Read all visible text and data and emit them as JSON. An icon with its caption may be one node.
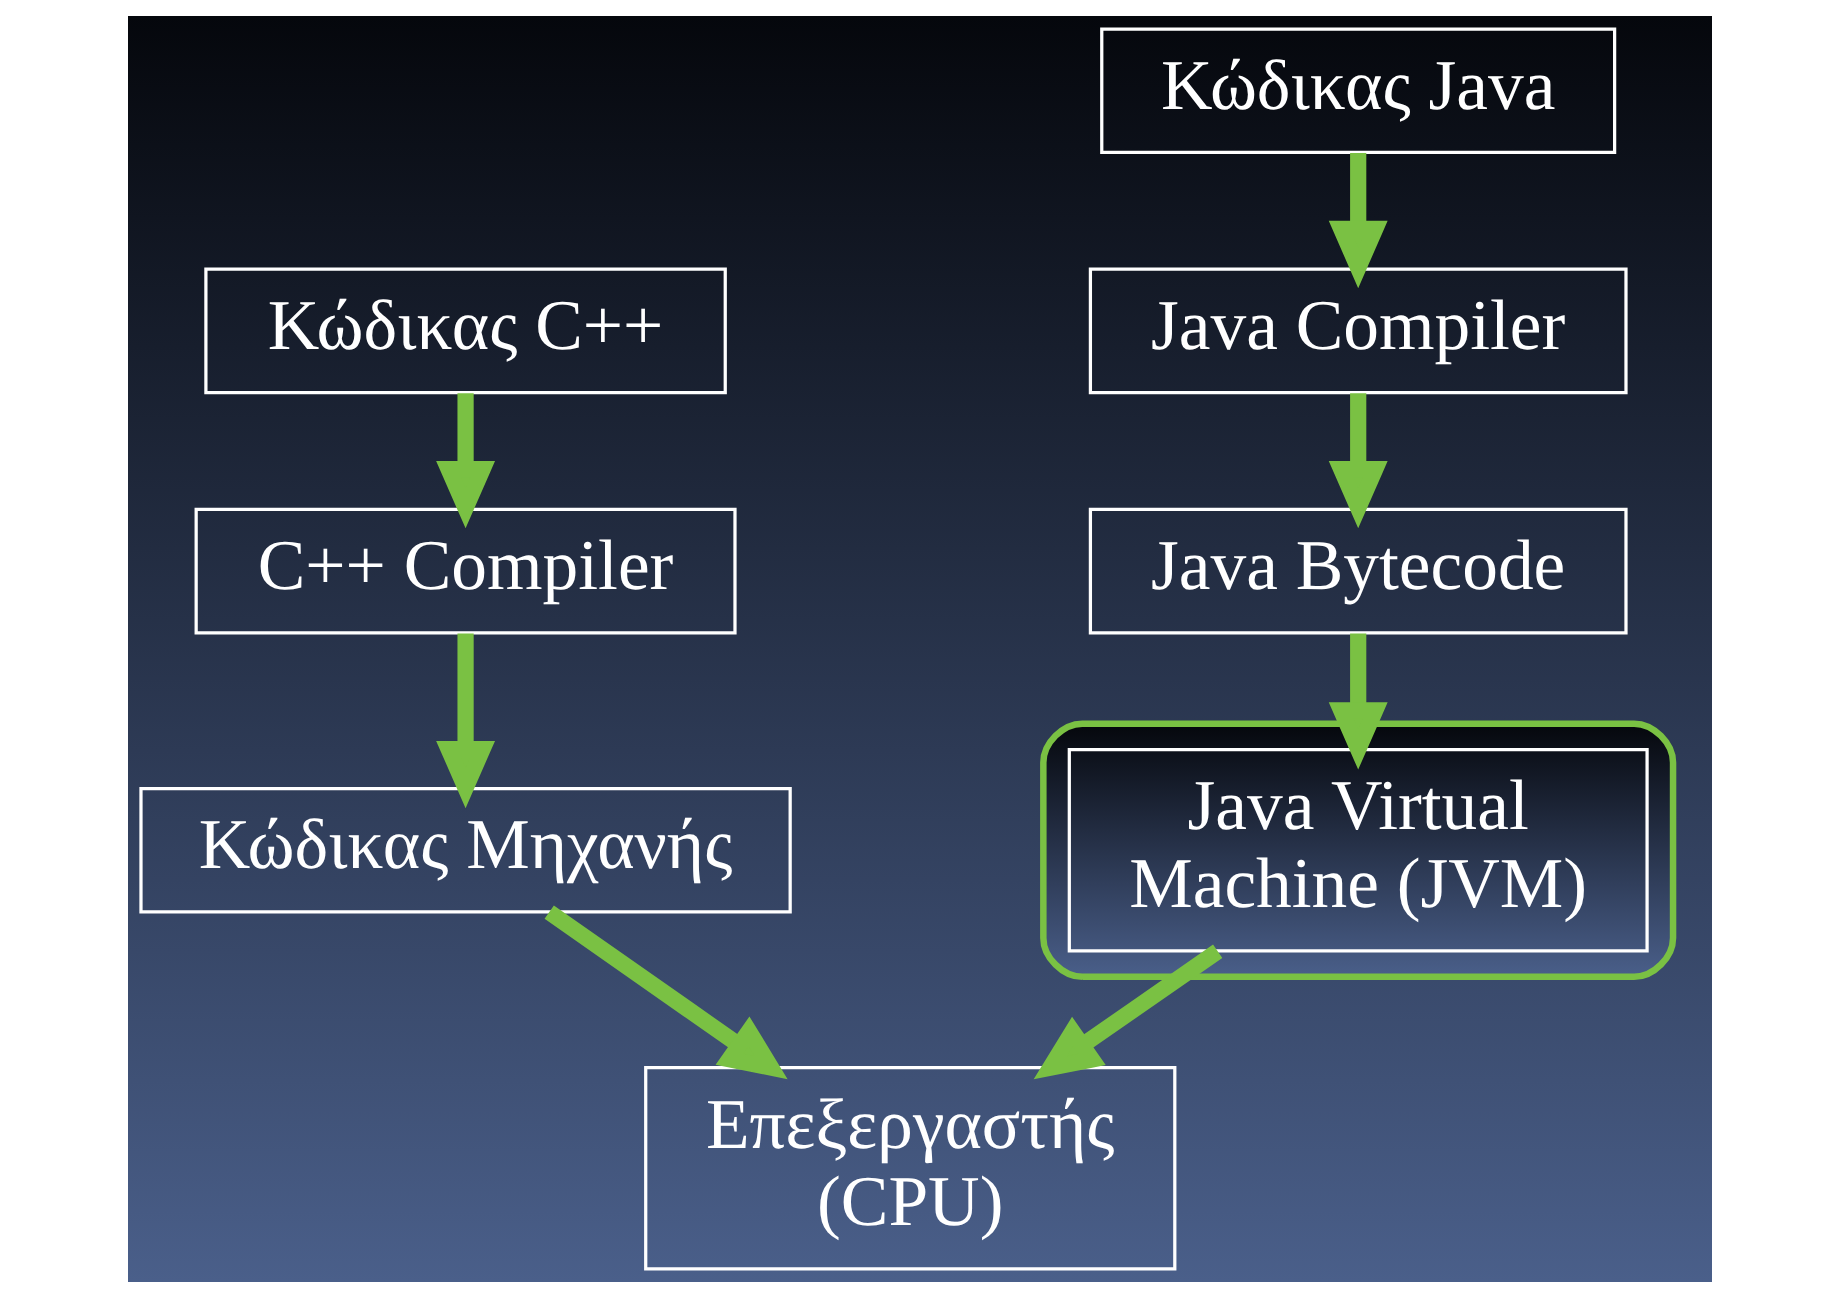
{
  "diagram": {
    "nodes": [
      {
        "text": [
          "Κώδικας C++"
        ]
      },
      {
        "text": [
          "C++ Compiler"
        ]
      },
      {
        "text": [
          "Κώδικας Μηχανής"
        ]
      },
      {
        "text": [
          "Επεξεργαστής (CPU)"
        ]
      },
      {
        "text": [
          "Κώδικας Java"
        ]
      },
      {
        "text": [
          "Java Compiler"
        ]
      },
      {
        "text": [
          "Java Bytecode"
        ]
      },
      {
        "text": [],
        "shape": "ellipse"
      },
      {
        "text": [
          "Java Virtual Machine (JVM)"
        ],
        "in": 7
      }
    ],
    "edges": [
      {
        "from": 0,
        "to": 1,
        "arrow": "to"
      },
      {
        "from": 1,
        "to": 2,
        "arrow": "to"
      },
      {
        "from": 2,
        "to": 3,
        "arrow": "to"
      },
      {
        "from": 4,
        "to": 5,
        "arrow": "to"
      },
      {
        "from": 5,
        "to": 6,
        "arrow": "to"
      },
      {
        "from": 6,
        "to": 8,
        "arrow": "to"
      },
      {
        "from": 8,
        "to": 3,
        "arrow": "to"
      }
    ]
  }
}
